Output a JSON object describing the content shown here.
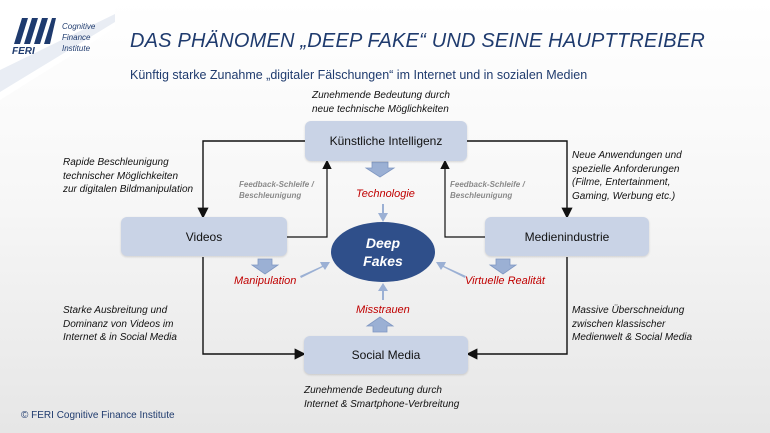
{
  "logo": {
    "brand": "FERI",
    "line1": "Cognitive",
    "line2": "Finance",
    "line3": "Institute"
  },
  "header": {
    "title": "DAS PHÄNOMEN „DEEP FAKE“ UND SEINE HAUPTTREIBER",
    "subtitle": "Künftig starke Zunahme „digitaler Fälschungen“ im Internet und in sozialen Medien"
  },
  "nodes": {
    "ki": "Künstliche Intelligenz",
    "videos": "Videos",
    "medien": "Medienindustrie",
    "social": "Social Media",
    "center_line1": "Deep",
    "center_line2": "Fakes"
  },
  "notes": {
    "top_center": [
      "Zunehmende Bedeutung durch",
      "neue technische Möglichkeiten"
    ],
    "left_top": [
      "Rapide Beschleunigung",
      "technischer Möglichkeiten",
      "zur digitalen Bildmanipulation"
    ],
    "right_top": [
      "Neue Anwendungen und",
      "spezielle Anforderungen",
      "(Filme, Entertainment,",
      "Gaming, Werbung etc.)"
    ],
    "left_bottom": [
      "Starke Ausbreitung und",
      "Dominanz von Videos im",
      "Internet & in Social Media"
    ],
    "right_bottom": [
      "Massive Überschneidung",
      "zwischen klassischer",
      "Medienwelt & Social Media"
    ],
    "bottom_center": [
      "Zunehmende Bedeutung durch",
      "Internet & Smartphone-Verbreitung"
    ]
  },
  "drivers": {
    "technologie": "Technologie",
    "manipulation": "Manipulation",
    "virtuelle": "Virtuelle Realität",
    "misstrauen": "Misstrauen"
  },
  "feedback": {
    "left": [
      "Feedback-Schleife /",
      "Beschleunigung"
    ],
    "right": [
      "Feedback-Schleife /",
      "Beschleunigung"
    ]
  },
  "footer": "© FERI Cognitive Finance Institute",
  "colors": {
    "navy": "#1f3b6e",
    "box": "#c9d3e6",
    "ellipse": "#2f4f8a",
    "driver_red": "#c00000",
    "arrow_blue": "#8fa7cf"
  }
}
